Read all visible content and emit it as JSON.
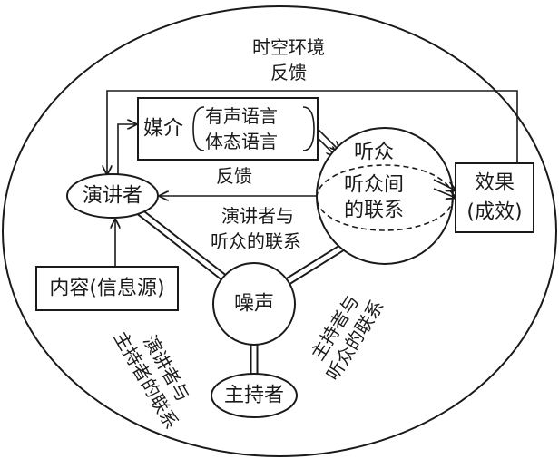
{
  "environment": {
    "line1": "时空环境",
    "line2": "反馈"
  },
  "medium": {
    "label": "媒介",
    "spoken": "有声语言",
    "body": "体态语言"
  },
  "speaker": {
    "label": "演讲者"
  },
  "audience": {
    "title": "听众",
    "inner_line1": "听众间",
    "inner_line2": "的联系"
  },
  "effect": {
    "line1": "效果",
    "line2": "(成效)"
  },
  "feedback_inner": {
    "label": "反馈"
  },
  "speaker_audience_link": {
    "line1": "演讲者与",
    "line2": "听众的联系"
  },
  "content": {
    "label": "内容(信息源)"
  },
  "noise": {
    "label": "噪声"
  },
  "host": {
    "label": "主持者"
  },
  "speaker_host_link": {
    "line1": "演讲者与",
    "line2": "主持者的联系"
  },
  "host_audience_link": {
    "line1": "主持者与",
    "line2": "听众的联系"
  }
}
